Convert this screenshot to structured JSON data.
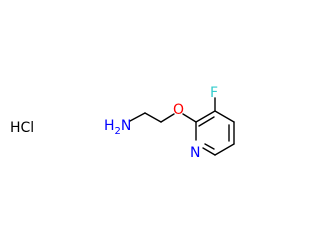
{
  "molecule": {
    "salt": "HCl",
    "amine": {
      "symbol": "N",
      "subscript_count": "2",
      "prefix": "H"
    },
    "ether_oxygen": "O",
    "fluorine": "F",
    "ring_nitrogen": "N"
  },
  "colors": {
    "bond": "#000000",
    "nitrogen": "#0000ff",
    "oxygen": "#ff0000",
    "fluorine": "#33cccc",
    "chlorine_salt": "#000000"
  }
}
